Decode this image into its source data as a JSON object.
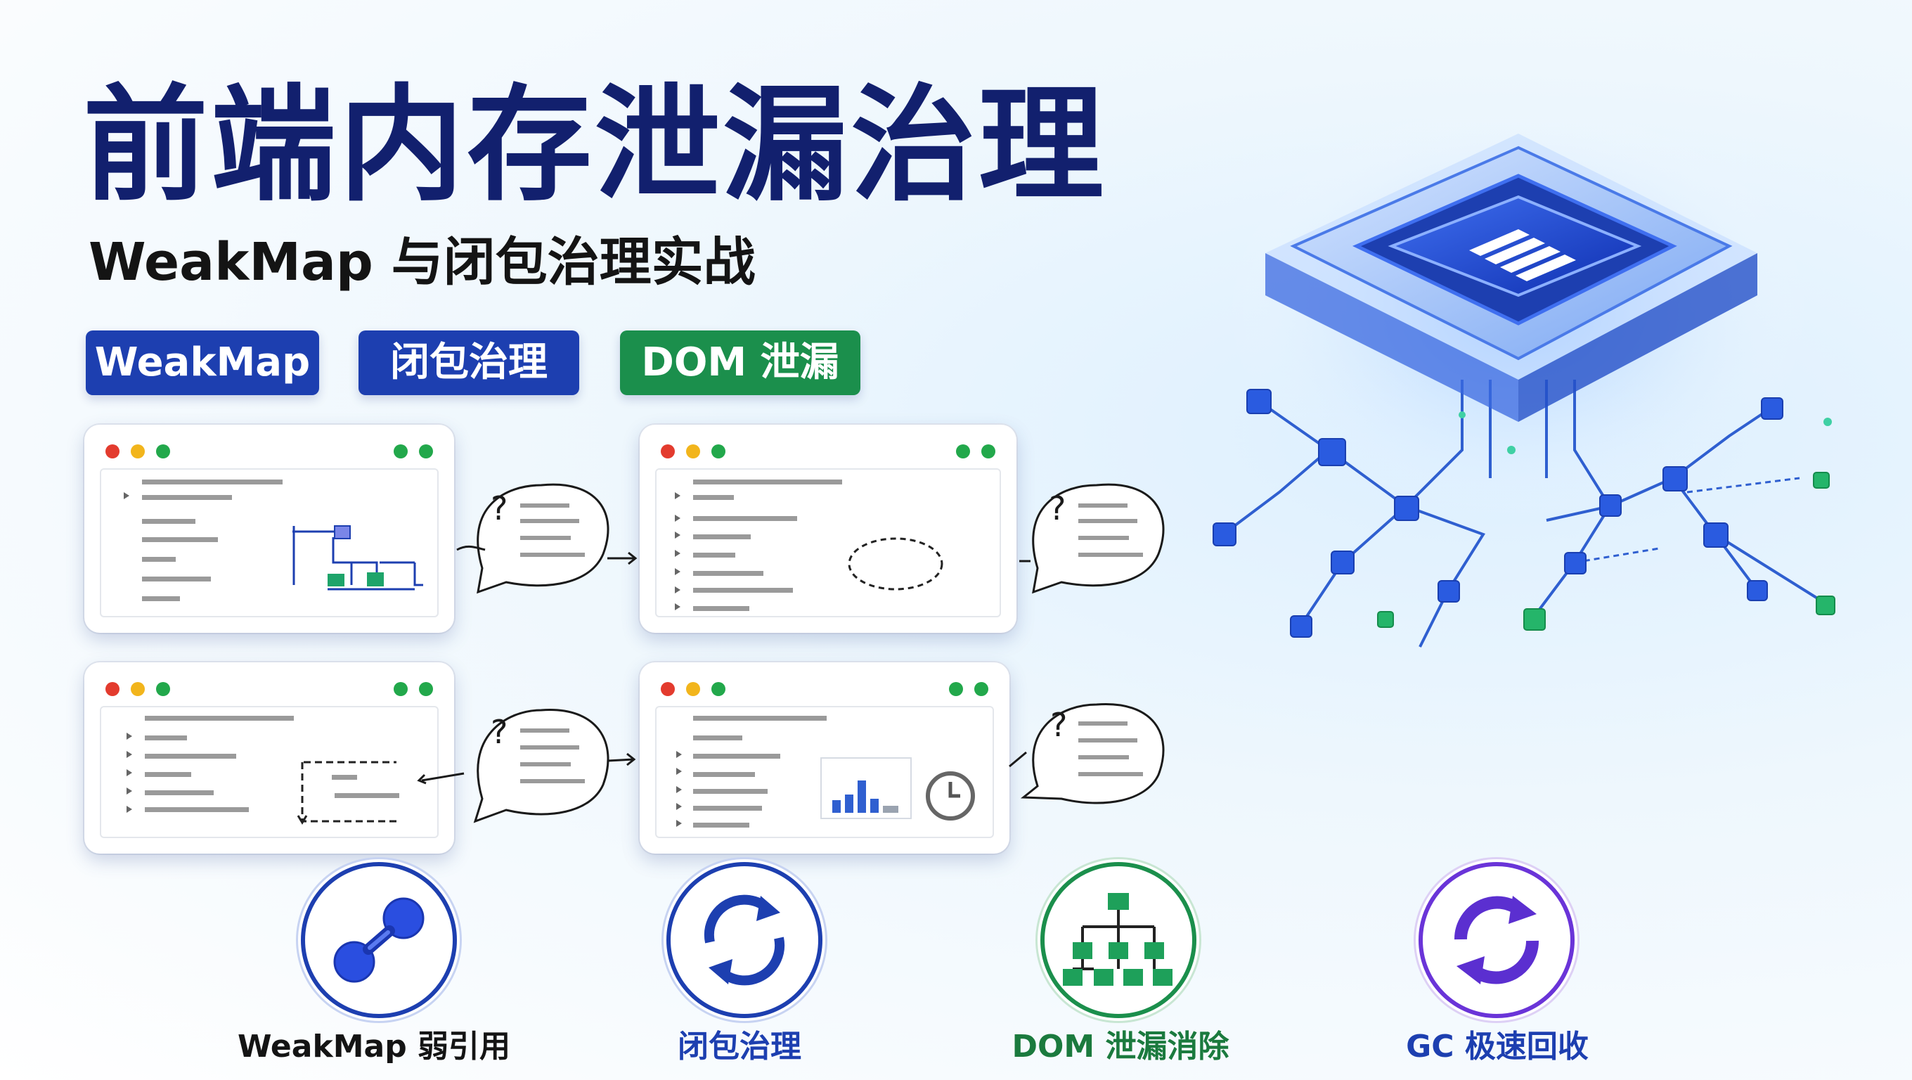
{
  "header": {
    "title": "前端内存泄漏治理",
    "subtitle": "WeakMap 与闭包治理实战"
  },
  "tags": [
    {
      "label": "WeakMap",
      "color": "#1d3fb0"
    },
    {
      "label": "闭包治理",
      "color": "#1d3fb0"
    },
    {
      "label": "DOM 泄漏",
      "color": "#1b8f4c"
    }
  ],
  "features": [
    {
      "label": "WeakMap 弱引用",
      "color": "#141414",
      "icon": "chain-link-icon"
    },
    {
      "label": "闭包治理",
      "color": "#1d3fb0",
      "icon": "refresh-cycle-icon"
    },
    {
      "label": "DOM 泄漏消除",
      "color": "#1b7a3e",
      "icon": "dom-tree-icon"
    },
    {
      "label": "GC 极速回收",
      "color": "#1d3fb0",
      "icon": "gc-recycle-icon"
    }
  ],
  "windows": [
    {
      "name": "weakmap-window",
      "speech": "?"
    },
    {
      "name": "closure-window",
      "speech": "?"
    },
    {
      "name": "dom-window",
      "speech": "?"
    },
    {
      "name": "gc-window",
      "speech": "?"
    }
  ],
  "colors": {
    "navy": "#12206e",
    "blue": "#1d3fb0",
    "green": "#1b8f4c",
    "chip": "#2a5be0"
  }
}
